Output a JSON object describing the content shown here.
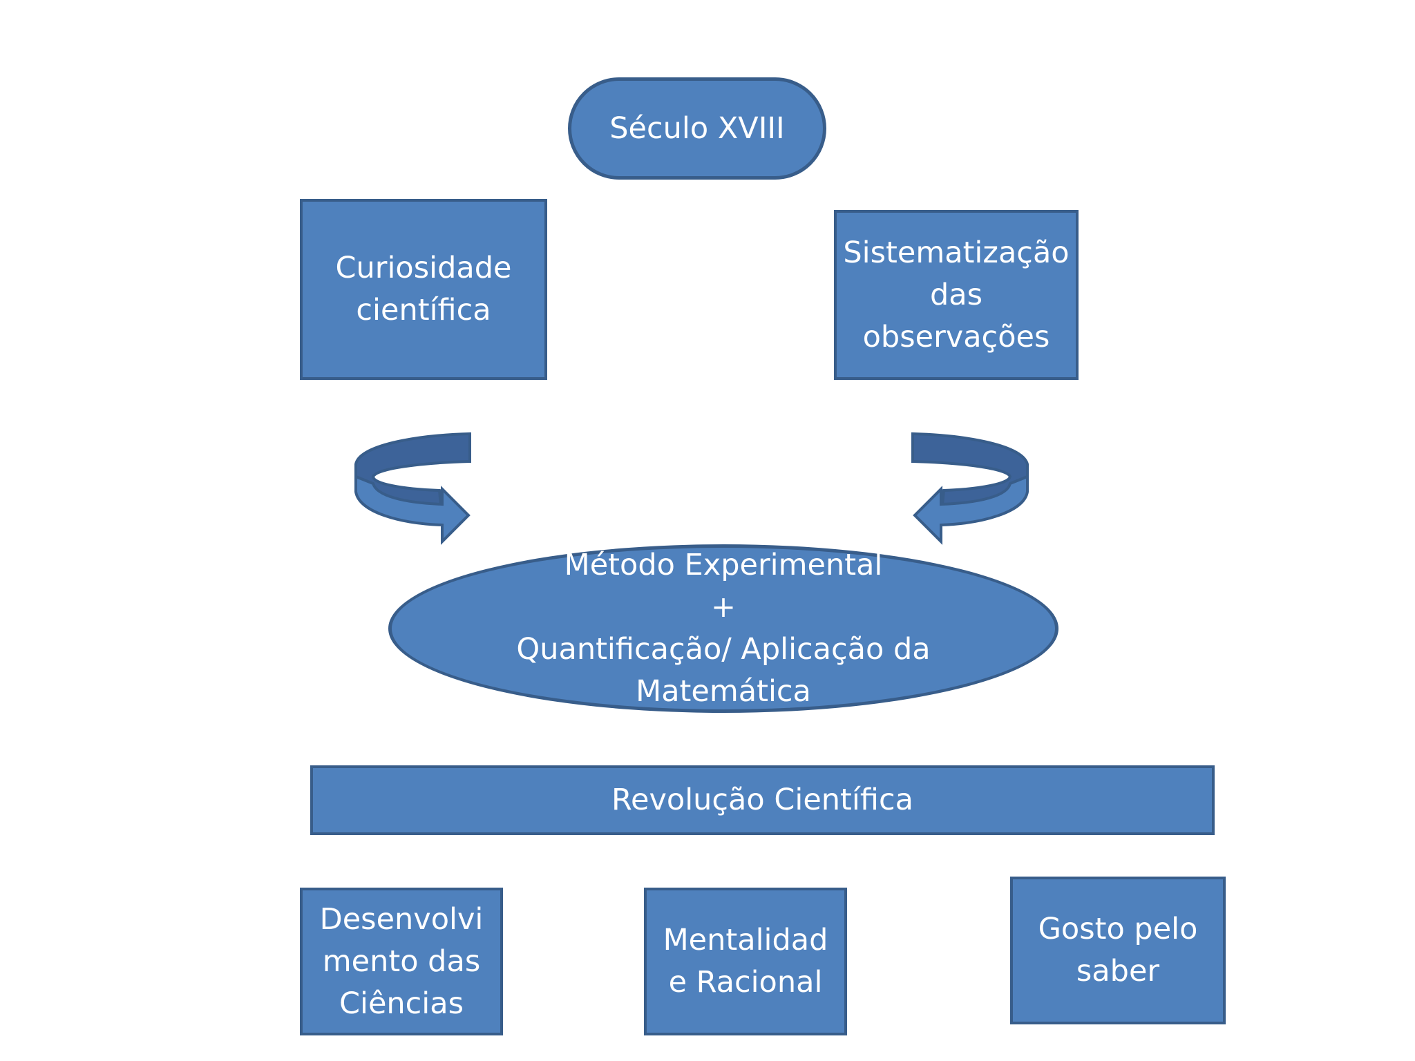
{
  "diagram": {
    "title_oval": {
      "label": "Século XVIII"
    },
    "curiosity_box": {
      "label": "Curiosidade\ncientífica"
    },
    "systematization_box": {
      "label": "Sistematização\ndas\nobservações"
    },
    "method_ellipse": {
      "label": "Método Experimental\n+\nQuantificação/ Aplicação da\nMatemática"
    },
    "revolution_bar": {
      "label": "Revolução Científica"
    },
    "outcomes": [
      {
        "label": "Desenvolvi\nmento das\nCiências"
      },
      {
        "label": "Mentalidad\ne Racional"
      },
      {
        "label": "Gosto pelo\nsaber"
      }
    ],
    "arrows": {
      "left": {
        "direction": "clockwise-right"
      },
      "right": {
        "direction": "counterclockwise-left"
      }
    }
  },
  "colors": {
    "shape_fill": "#4f81bd",
    "shape_border": "#385d8a",
    "text": "#ffffff",
    "arrow_top": "#3d6399",
    "background": "#ffffff"
  }
}
